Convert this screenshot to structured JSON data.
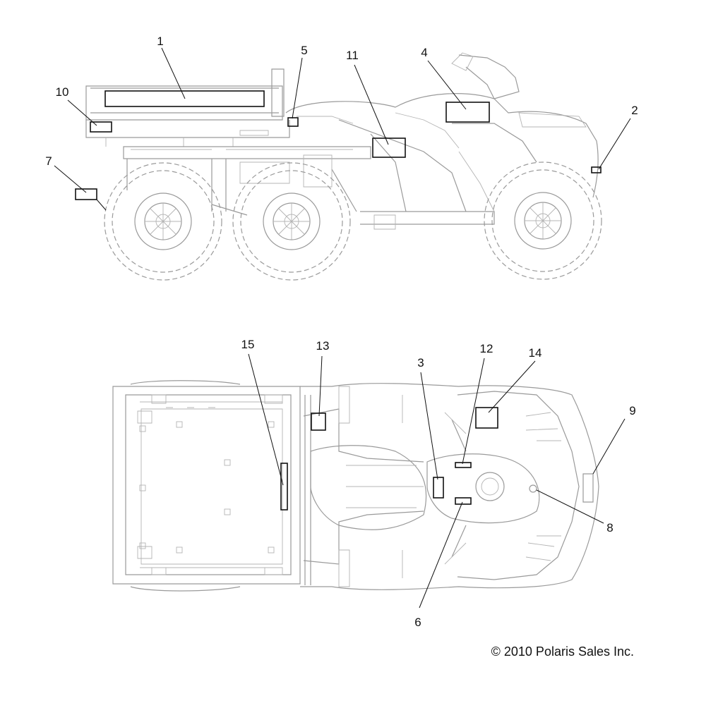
{
  "callouts": {
    "c1": "1",
    "c2": "2",
    "c3": "3",
    "c4": "4",
    "c5": "5",
    "c6": "6",
    "c7": "7",
    "c8": "8",
    "c9": "9",
    "c10": "10",
    "c11": "11",
    "c12": "12",
    "c13": "13",
    "c14": "14",
    "c15": "15"
  },
  "copyright": "© 2010 Polaris Sales Inc.",
  "colors": {
    "line_art": "#9a9a9a",
    "decal_outline": "#111111",
    "background": "#ffffff"
  }
}
